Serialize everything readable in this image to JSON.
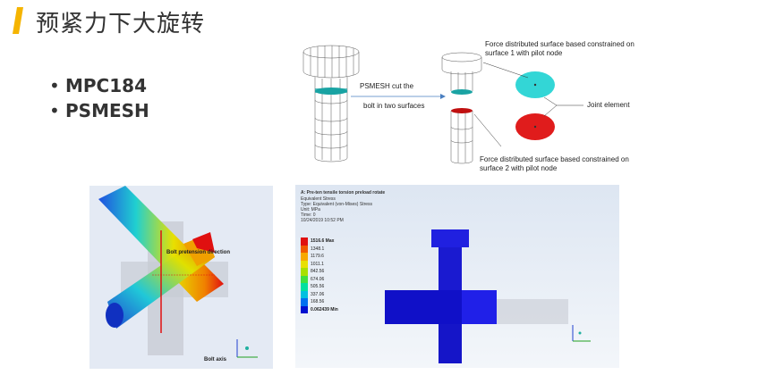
{
  "slide": {
    "title": "预紧力下大旋转",
    "accent_color": "#f5b400",
    "bullets": [
      "MPC184",
      "PSMESH"
    ]
  },
  "diagram": {
    "psmesh_line1": "PSMESH cut the",
    "psmesh_line2": "bolt in two surfaces",
    "surface1_line1": "Force distributed surface based constrained on",
    "surface1_line2": "surface 1 with pilot node",
    "joint_label": "Joint element",
    "surface2_line1": "Force distributed surface based constrained on",
    "surface2_line2": "surface 2 with pilot node",
    "top_disc_color": "#33d6d6",
    "bottom_disc_color": "#e01c1c"
  },
  "left_panel": {
    "preload_label": "Bolt pretension direction",
    "axis_label": "Bolt axis"
  },
  "result_panel": {
    "title": "A: Pre-ten tensile torsion preload rotate",
    "type_line": "Equivalent Stress",
    "detail_line": "Type: Equivalent (von-Mises) Stress",
    "unit_line": "Unit: MPa",
    "time_line": "Time: 0",
    "date_line": "10/24/2019 10:52 PM",
    "legend": [
      {
        "label": "1516.6 Max",
        "color": "#e01010"
      },
      {
        "label": "1348.1",
        "color": "#f05a00"
      },
      {
        "label": "1179.6",
        "color": "#f7a800"
      },
      {
        "label": "1011.1",
        "color": "#e8e000"
      },
      {
        "label": "842.56",
        "color": "#a8e000"
      },
      {
        "label": "674.06",
        "color": "#40e040"
      },
      {
        "label": "505.56",
        "color": "#00e0a0"
      },
      {
        "label": "337.06",
        "color": "#00c0e0"
      },
      {
        "label": "168.56",
        "color": "#0070f0"
      },
      {
        "label": "0.062439 Min",
        "color": "#0010d0"
      }
    ]
  }
}
